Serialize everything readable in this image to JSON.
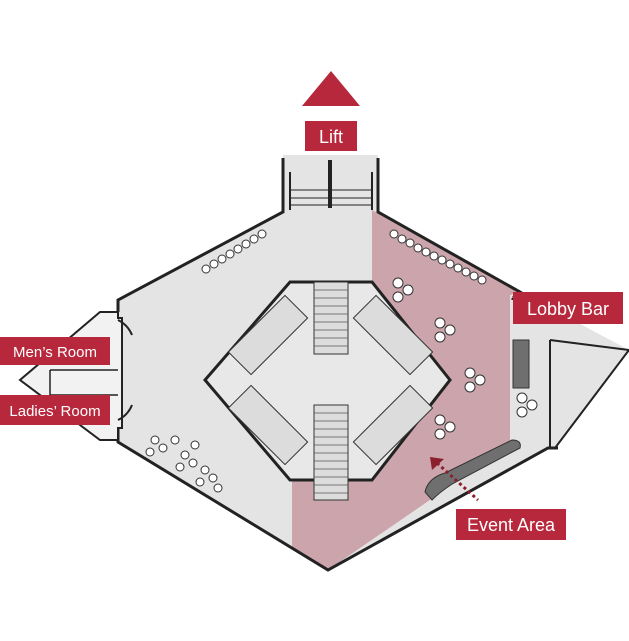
{
  "labels": {
    "lift": "Lift",
    "lobby_bar": "Lobby Bar",
    "mens_room": "Men’s Room",
    "ladies_room": "Ladies’ Room",
    "event_area": "Event Area"
  },
  "icons": {
    "lift_direction": "arrow-up-icon",
    "event_pointer": "dotted-arrow-icon"
  },
  "colors": {
    "label_bg": "#b8283c",
    "event_zone": "#cba5ab",
    "floor": "#e4e4e4",
    "walls": "#222222",
    "bar_counter": "#6f6f6f",
    "pointer": "#8c1f2e"
  }
}
